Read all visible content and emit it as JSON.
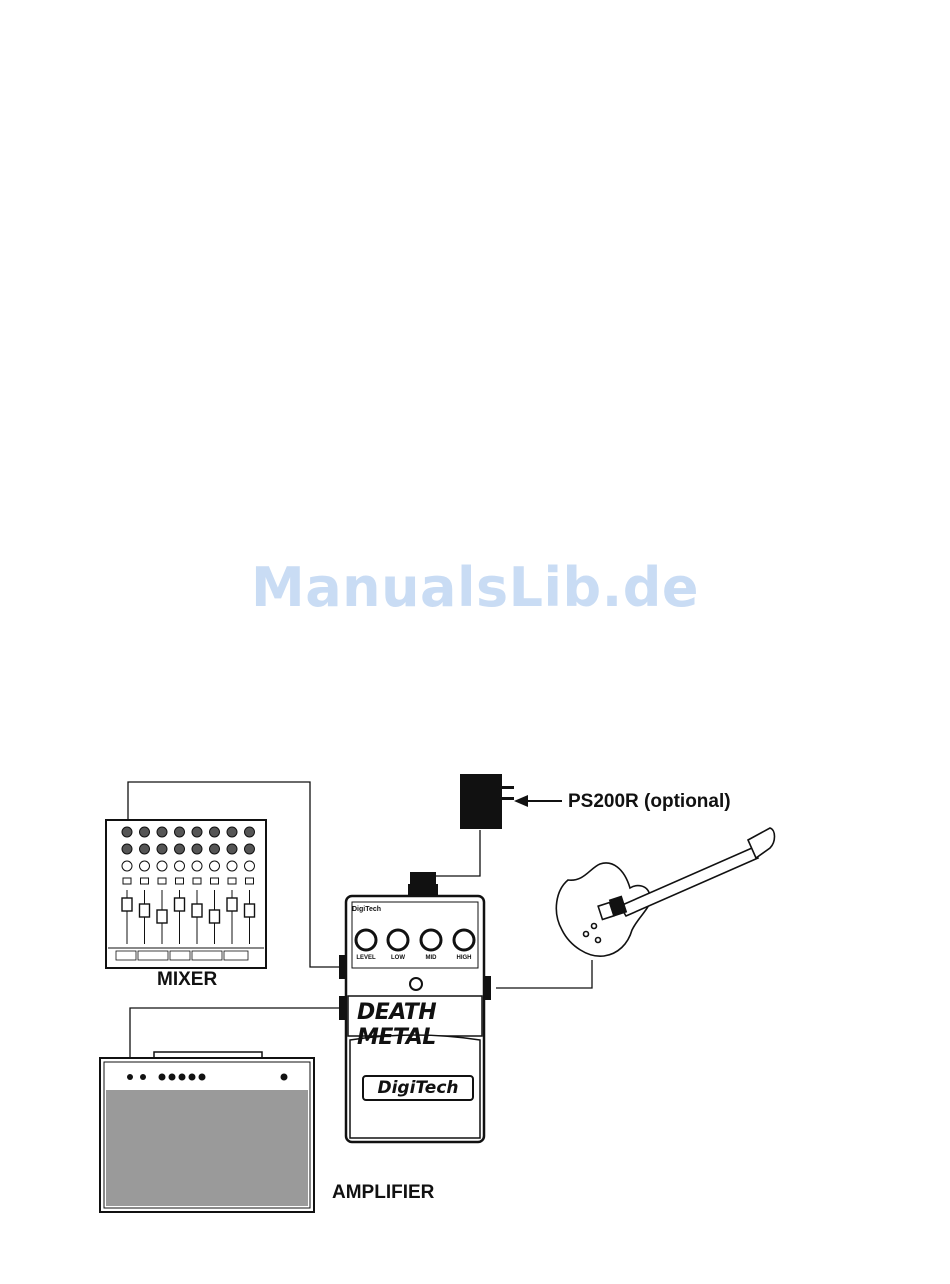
{
  "watermark": "ManualsLib.de",
  "labels": {
    "power_supply": "PS200R (optional)",
    "mixer": "MIXER",
    "amplifier": "AMPLIFIER"
  },
  "pedal": {
    "title": "DEATH METAL",
    "brand": "DigiTech",
    "knobs": [
      "LEVEL",
      "LOW",
      "MID",
      "HIGH"
    ]
  },
  "colors": {
    "line": "#111111",
    "amp_grille": "#9a9a9a",
    "watermark": "#c9dcf4"
  }
}
